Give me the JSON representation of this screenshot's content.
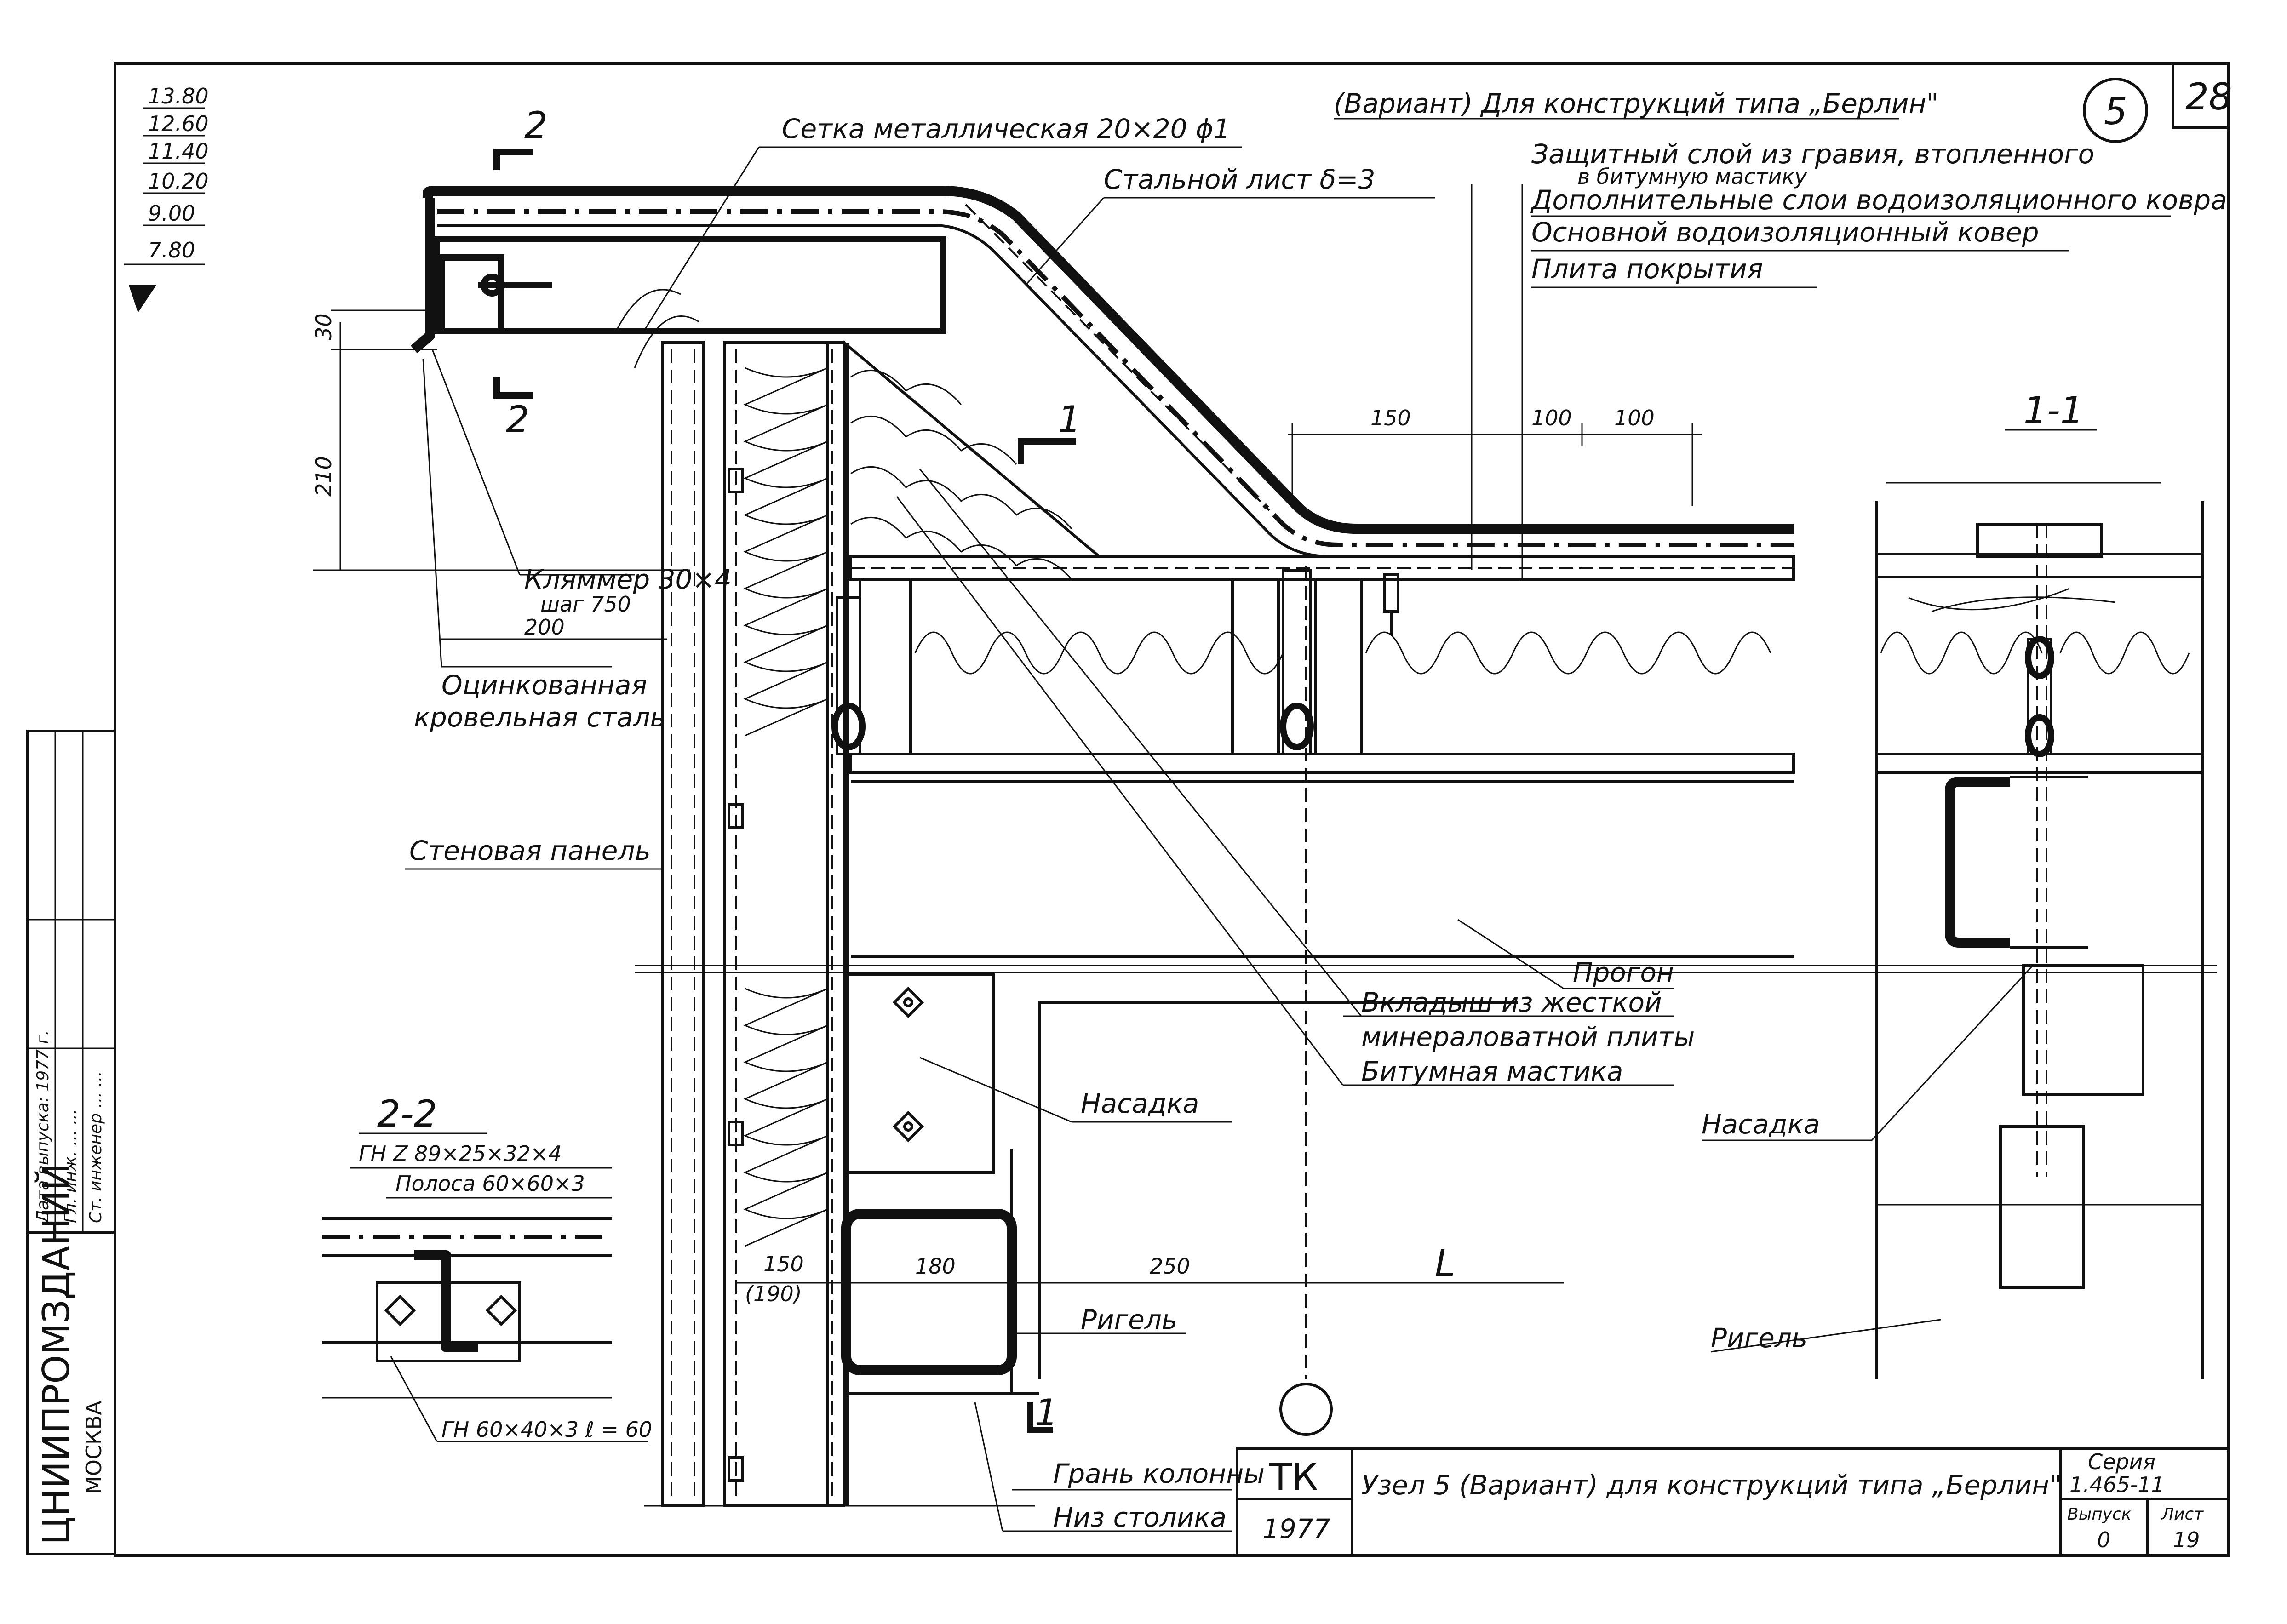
{
  "sheet": {
    "number": "28",
    "node_number": "5",
    "header_variant": "(Вариант) Для конструкций типа „Берлин\""
  },
  "elevations": [
    "13.80",
    "12.60",
    "11.40",
    "10.20",
    "9.00",
    "7.80"
  ],
  "layers": [
    "Защитный слой из гравия, втопленного",
    "в битумную мастику",
    "Дополнительные слои водоизоляционного ковра",
    "Основной водоизоляционный ковер",
    "Плита покрытия"
  ],
  "labels": {
    "mesh": "Сетка металлическая 20×20 ϕ1",
    "steel_sheet": "Стальной лист δ=3",
    "clamp": "Кляммер 30×4",
    "clamp_step": "шаг 750",
    "galvanized_1": "Оцинкованная",
    "galvanized_2": "кровельная сталь",
    "wall_panel": "Стеновая панель",
    "purlin": "Прогон",
    "insert_1": "Вкладыш из жесткой",
    "insert_2": "минераловатной плиты",
    "mastic": "Битумная мастика",
    "cap_main": "Насадка",
    "cap_section": "Насадка",
    "girder_main": "Ригель",
    "girder_section": "Ригель",
    "column_face": "Грань колонны",
    "table_bottom": "Низ столика"
  },
  "dimensions": {
    "d30": "30",
    "d210": "210",
    "d200": "200",
    "d150_top": "150",
    "d100_a": "100",
    "d100_b": "100",
    "d150_left": "150",
    "d190": "(190)",
    "d180": "180",
    "d250": "250",
    "L": "L"
  },
  "section_marks": {
    "s2_top": "2",
    "s2_bottom": "2",
    "s1_top": "1",
    "s1_bottom": "1"
  },
  "section_1_1": {
    "title": "1-1"
  },
  "section_2_2": {
    "title": "2-2",
    "gn_z": "ГН Z 89×25×32×4",
    "strip": "Полоса 60×60×3",
    "gn_60": "ГН 60×40×3  ℓ = 60"
  },
  "side_stamp": {
    "org": "ЦНИИПРОМЗДАНИЙ",
    "city": "МОСКВА",
    "rows": [
      "Гл. инж.   ...   ...",
      "Ст. инженер   ...   ...",
      "Дата выпуска: 1977 г."
    ]
  },
  "title_block": {
    "tk": "ТК",
    "year": "1977",
    "title": "Узел 5 (Вариант) для конструкций типа „Берлин\"",
    "series_label": "Серия",
    "series": "1.465-11",
    "issue_label": "Выпуск",
    "issue": "0",
    "sheet_label": "Лист",
    "sheet": "19"
  }
}
